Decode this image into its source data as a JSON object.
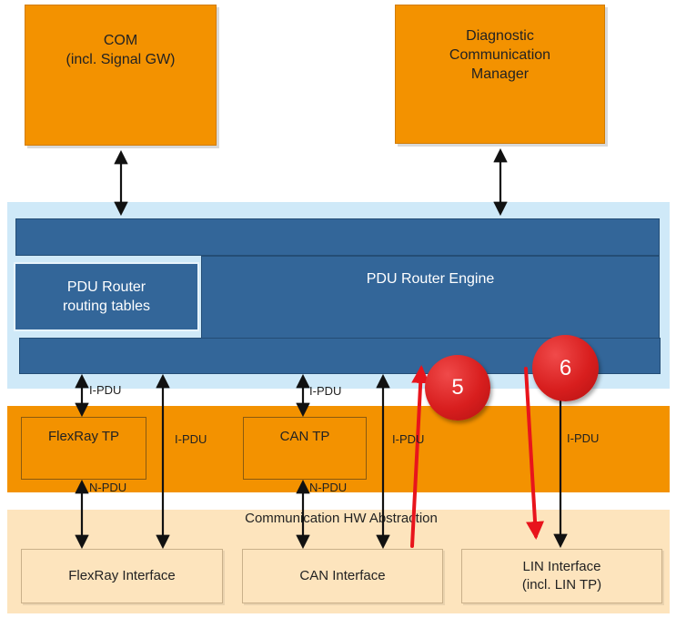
{
  "top_modules": {
    "com": "COM\n(incl. Signal GW)",
    "dcm": "Diagnostic\nCommunication\nManager"
  },
  "pdu_router": {
    "routing_tables": "PDU Router\nrouting tables",
    "engine": "PDU Router Engine"
  },
  "transport": {
    "flexray_tp": "FlexRay TP",
    "can_tp": "CAN TP"
  },
  "hw_abstraction": {
    "title": "Communication HW Abstraction",
    "flexray_if": "FlexRay Interface",
    "can_if": "CAN Interface",
    "lin_if": "LIN Interface\n(incl. LIN TP)"
  },
  "connection_labels": {
    "ipdu_flexray_tp": "I-PDU",
    "ipdu_flexray_direct": "I-PDU",
    "npdu_flexray": "N-PDU",
    "ipdu_can_tp": "I-PDU",
    "ipdu_can_direct": "I-PDU",
    "npdu_can": "N-PDU",
    "ipdu_lin": "I-PDU"
  },
  "badges": {
    "five": "5",
    "six": "6"
  },
  "colors": {
    "module_orange": "#f39200",
    "router_blue": "#336699",
    "router_band": "#cfe9f8",
    "hw_cream": "#fde4bd",
    "highlight_red": "#e8141c"
  }
}
